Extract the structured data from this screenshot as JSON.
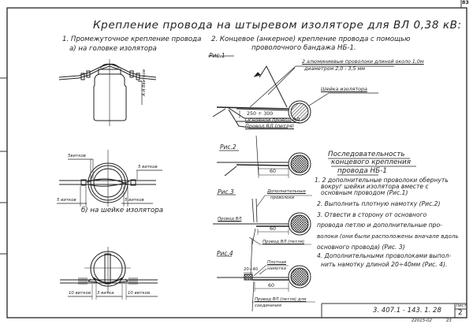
{
  "sheet_corner": "83",
  "title": "Крепление провода на штыревом изоляторе для ВЛ 0,38 кВ:",
  "section1": {
    "heading": "1. Промежуточное крепление провода",
    "sub_a": "а) на головке изолятора",
    "dim_a": "А-А 8витков",
    "sub_b": "б) на шейке изолятора",
    "turns_b": [
      "5витков",
      "5 витков",
      "5 витков",
      "5 витков"
    ],
    "turns_c": [
      "10 витков",
      "3 витка",
      "10 витков"
    ]
  },
  "section2": {
    "heading_line1": "2. Концевое (анкерное) крепление провода с помощью",
    "heading_line2": "проволочного бандажа НБ-1.",
    "fig1": {
      "label": "Рис.1",
      "note1_line1": "2 алюминиевые проволоки длиной около 1,0м",
      "note1_line2": "диаметром 2,0 - 3,5 мм",
      "note2": "Шейка изолятора",
      "dim": "250 ÷ 300",
      "main_wire": "Основной провод ВЛ",
      "loop_wire": "Провод ВЛ (петля)"
    },
    "fig2": {
      "label": "Рис.2",
      "dim": "60"
    },
    "fig3": {
      "label": "Рис.3",
      "extra_wires_line1": "Дополнительные",
      "extra_wires_line2": "проволоки",
      "wire": "Провод ВЛ",
      "loop": "Провод ВЛ (петля)",
      "dim": "60"
    },
    "fig4": {
      "label": "Рис.4",
      "tight_line1": "Плотная",
      "tight_line2": "намотка",
      "len": "20÷40",
      "dim": "60",
      "wire_line1": "Провод ВЛ (петля) для",
      "wire_line2": "соединения"
    }
  },
  "sequence": {
    "heading_line1": "Последовательность",
    "heading_line2": "концевого крепления",
    "heading_line3": "провода НБ-1",
    "steps": [
      "1. 2 дополнительные проволоки обернуть",
      "вокруг шейки изолятора вместе с",
      "основным проводом (Рис.1)",
      "2. Выполнить плотную намотку (Рис.2)",
      "3. Отвести в сторону от основного",
      "провода петлю и дополнительные про-",
      "волоки (они были расположены вначале вдоль",
      "основного провода) (Рис. 3)",
      "4. Дополнительными проволоками выпол-",
      "нить намотку длиной 20÷40мм (Рис. 4)."
    ]
  },
  "title_block": {
    "doc_number": "3. 407.1 - 143. 1. 28",
    "sheet_label": "Лист",
    "sheet_number": "2",
    "footer_code": "22015-02",
    "footer_small": "23"
  }
}
